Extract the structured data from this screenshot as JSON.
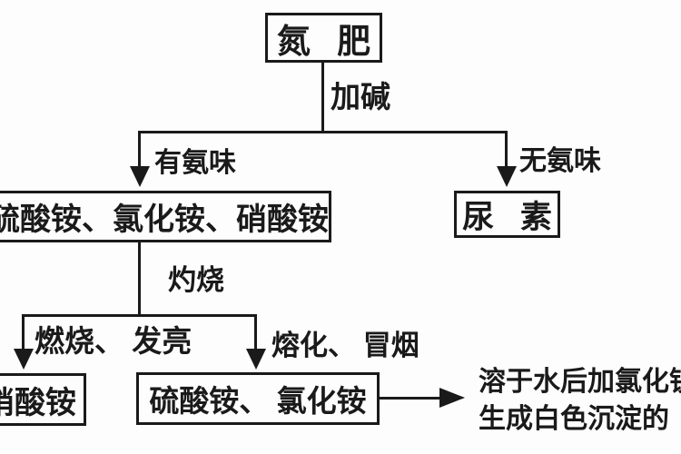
{
  "palette": {
    "ink": "#1a1a1a",
    "paper": "#fdfdfd"
  },
  "diagram": {
    "title_node": "氮 肥",
    "nodes": {
      "root": {
        "label": "氮 肥"
      },
      "ammonium_salts": {
        "label": "硫酸铵、氯化铵、硝酸铵"
      },
      "urea": {
        "label": "尿 素"
      },
      "ammonium_nitrate": {
        "label": "硝酸铵"
      },
      "sulfate_and_chloride": {
        "label": "硫酸铵、 氯化铵"
      }
    },
    "edge_labels": {
      "add_alkali": "加碱",
      "ammonia_smell": "有氨味",
      "no_ammonia_smell": "无氨味",
      "calcination": "灼烧",
      "burns_bright": "燃烧、 发亮",
      "melts_smokes": "熔化、 冒烟"
    },
    "result_note": {
      "line1": "溶于水后加氯化钡",
      "line2": "生成白色沉淀的"
    }
  }
}
